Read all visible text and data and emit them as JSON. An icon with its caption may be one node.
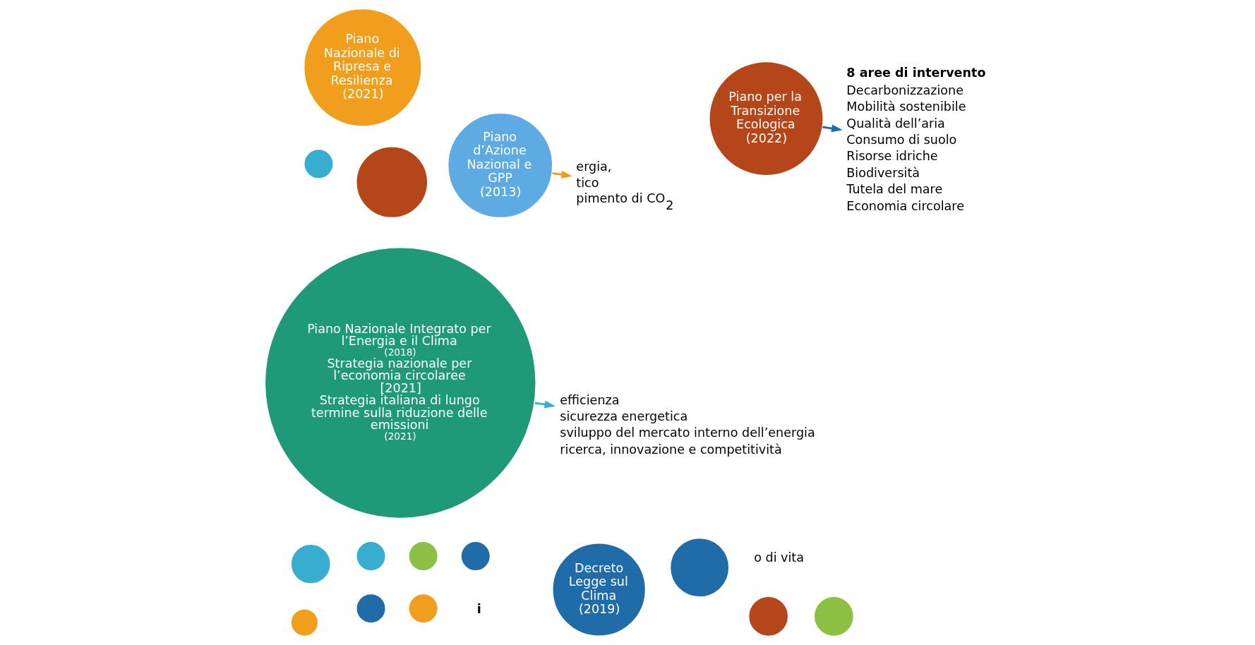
{
  "diagram": {
    "nodes": [
      {
        "text": [
          "Decreto Legge sul Clima",
          "(2019)"
        ]
      },
      {
        "text": [
          "Piano Nazionale Integrato per l’Energia e il Clima",
          "(2018)",
          "Strategia nazionale per l’economia circolaree",
          "[2021]",
          "Strategia italiana di lungo termine sulla riduzione delle emissioni",
          "(2021)"
        ]
      },
      {
        "text": [
          "efficienza",
          "sicurezza energetica",
          "sviluppo del mercato interno dell’energia",
          "ricerca, innovazione e competitività"
        ]
      },
      {
        "text": [
          "Piano Nazionale di Ripresa e Resilienza",
          "(2021)"
        ]
      },
      {
        "text": [
          "Piano d’Azione Nazional e GPP",
          "(2013)"
        ]
      },
      {
        "text": [
          "Piano per la Transizione Ecologica",
          "(2022)"
        ]
      },
      {
        "text": [
          "8 aree di intervento",
          "Decarbonizzazione",
          "Mobilità sostenibile",
          "Qualità dell’aria",
          "Consumo di suolo",
          "Risorse idriche",
          "Biodiversità",
          "Tutela del mare",
          "Economia circolare"
        ]
      },
      {
        "text": [
          "ergia,",
          "tico",
          "pimento di CO$_{2}$"
        ]
      },
      {
        "text": [],
        "shape": "circle"
      },
      {
        "text": [],
        "shape": "circle"
      },
      {
        "text": [],
        "shape": "circle"
      },
      {
        "text": [],
        "shape": "circle"
      },
      {
        "text": [],
        "shape": "circle"
      },
      {
        "text": [],
        "shape": "circle"
      },
      {
        "text": [],
        "shape": "circle"
      },
      {
        "text": [],
        "shape": "circle"
      },
      {
        "text": [],
        "shape": "circle"
      },
      {
        "text": [],
        "shape": "circle"
      },
      {
        "text": [],
        "shape": "circle"
      },
      {
        "text": [],
        "shape": "circle"
      }
    ],
    "edges": [
      {
        "from": 1,
        "to": 2,
        "arrow": "to",
        "color": "#37aecf"
      },
      {
        "from": 4,
        "to": 7,
        "arrow": "to",
        "color": "#f09e1c"
      },
      {
        "from": 5,
        "to": 6,
        "arrow": "to",
        "color": "#1f6ca8"
      }
    ],
    "labels": [
      "i",
      "o di vita"
    ]
  }
}
